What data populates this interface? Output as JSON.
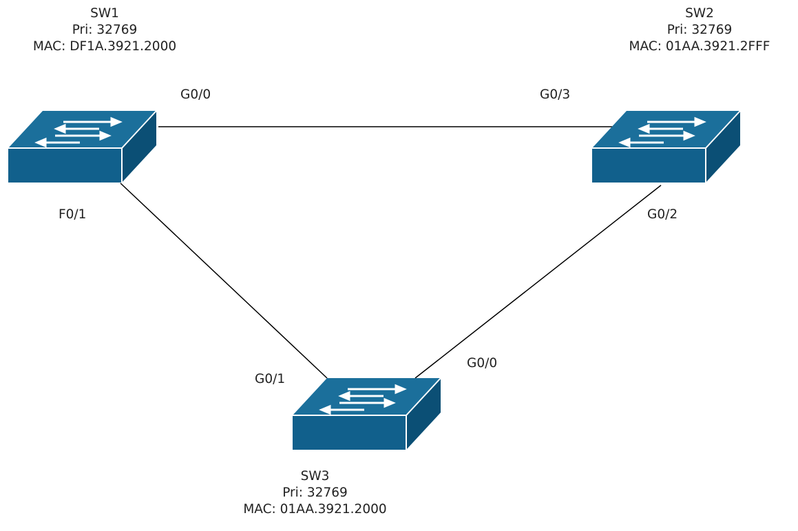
{
  "colors": {
    "switch_top": "#1b6f9b",
    "switch_front": "#11608c",
    "switch_side": "#0b4f75",
    "switch_edge": "#ffffff",
    "arrow": "#ffffff",
    "link": "#000000",
    "text": "#222222"
  },
  "icons": [
    "switch-icon"
  ],
  "switches": [
    {
      "id": "sw1",
      "name": "SW1",
      "priority": "Pri: 32769",
      "mac": "MAC: DF1A.3921.2000"
    },
    {
      "id": "sw2",
      "name": "SW2",
      "priority": "Pri: 32769",
      "mac": "MAC: 01AA.3921.2FFF"
    },
    {
      "id": "sw3",
      "name": "SW3",
      "priority": "Pri: 32769",
      "mac": "MAC: 01AA.3921.2000"
    }
  ],
  "links": [
    {
      "from": "sw1",
      "to": "sw2",
      "from_port": "G0/0",
      "to_port": "G0/3"
    },
    {
      "from": "sw1",
      "to": "sw3",
      "from_port": "F0/1",
      "to_port": "G0/1"
    },
    {
      "from": "sw2",
      "to": "sw3",
      "from_port": "G0/2",
      "to_port": "G0/0"
    }
  ]
}
